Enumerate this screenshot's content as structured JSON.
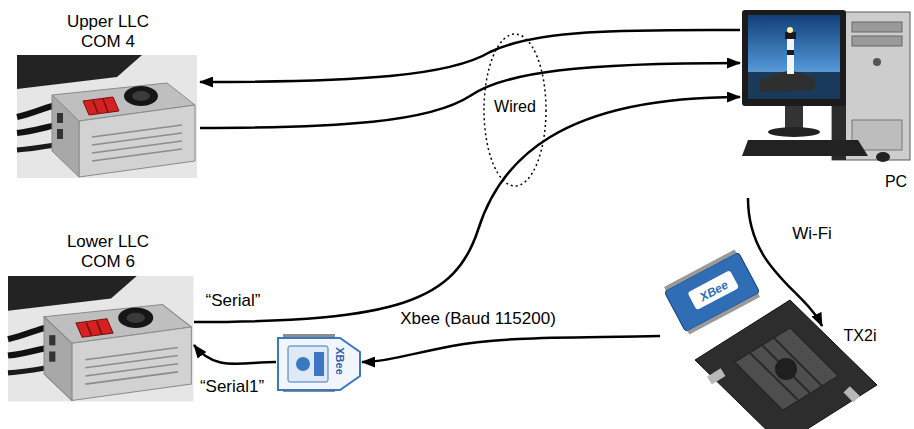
{
  "diagram": {
    "nodes": [
      {
        "text": [
          "Upper LLC COM 4"
        ]
      },
      {
        "text": [
          "PC"
        ]
      },
      {
        "text": [
          "Lower LLC COM 6"
        ]
      },
      {
        "text": [
          "XBee"
        ]
      },
      {
        "text": [
          "TX2i"
        ]
      }
    ],
    "edges": [
      {
        "from": 1,
        "to": 0,
        "arrow": "to"
      },
      {
        "from": 0,
        "to": 1,
        "arrow": "to"
      },
      {
        "from": 2,
        "to": 1,
        "label": "“Serial”",
        "arrow": "to"
      },
      {
        "from": 1,
        "to": 4,
        "label": "Wi-Fi",
        "arrow": "to"
      },
      {
        "from": 4,
        "to": 3,
        "label": "Xbee (Baud 115200)",
        "arrow": "to"
      },
      {
        "from": 3,
        "to": 2,
        "label": "“Serial1”",
        "arrow": "to"
      }
    ],
    "labels": [
      "Wired",
      "XBee"
    ]
  }
}
